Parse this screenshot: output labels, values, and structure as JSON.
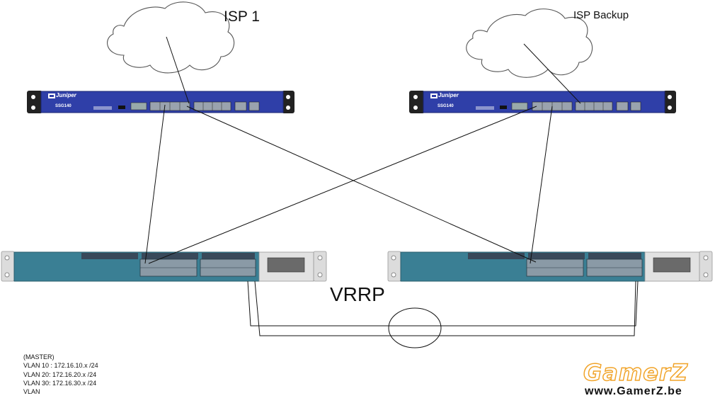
{
  "labels": {
    "isp1": "ISP 1",
    "isp_backup": "ISP Backup",
    "vrrp": "VRRP"
  },
  "firewalls": [
    {
      "brand": "Juniper",
      "model": "SSG140"
    },
    {
      "brand": "Juniper",
      "model": "SSG140"
    }
  ],
  "notes": [
    "(MASTER)",
    "VLAN 10 : 172.16.10.x /24",
    "VLAN 20: 172.16.20.x /24",
    "VLAN 30: 172.16.30.x /24",
    "VLAN"
  ],
  "watermark": {
    "logo": "GamerZ",
    "url": "www.GamerZ.be"
  },
  "colors": {
    "firewall_body": "#2f3fa8",
    "switch_body": "#3a7f94",
    "rack_ear": "#dcdcdc",
    "logo_outline": "#f1a42a"
  }
}
